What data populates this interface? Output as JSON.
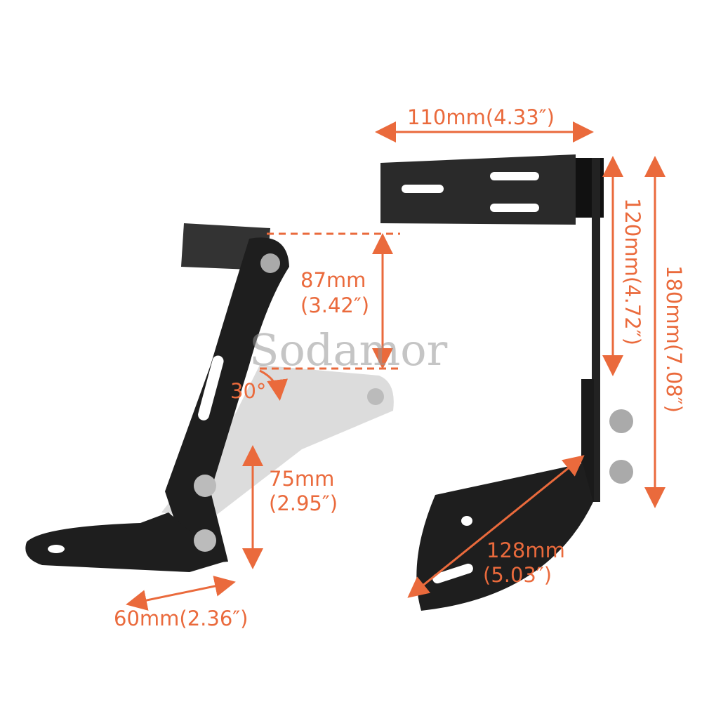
{
  "watermark": "Sodamor",
  "colors": {
    "accent": "#ea6a3c",
    "metal": "#1e1e1e",
    "ghost": "#d9d9d9"
  },
  "left_bracket": {
    "height_top": {
      "value": "87mm",
      "inch": "(3.42″)"
    },
    "angle": "30°",
    "height_bottom": {
      "value": "75mm",
      "inch": "(2.95″)"
    },
    "base_width": "60mm(2.36″)"
  },
  "right_bracket": {
    "top_width": "110mm(4.33″)",
    "upper_height": "120mm(4.72″)",
    "total_height": "180mm(7.08″)",
    "diagonal": {
      "value": "128mm",
      "inch": "(5.03″)"
    }
  }
}
